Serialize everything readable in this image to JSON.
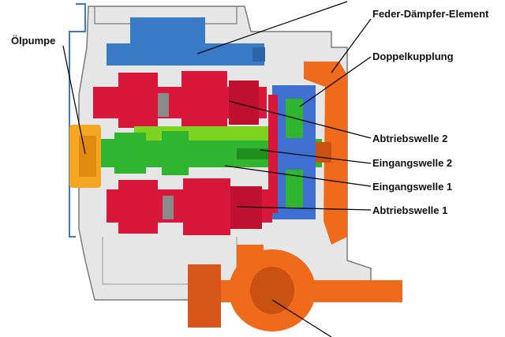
{
  "labels": {
    "oil_pump": "Ölpumpe",
    "spring_damper": "Feder-Dämpfer-Element",
    "dual_clutch": "Doppelkupplung",
    "output_shaft_2": "Abtriebswelle 2",
    "input_shaft_2": "Eingangswelle 2",
    "input_shaft_1": "Eingangswelle  1",
    "output_shaft_1": "Abtriebswelle 1"
  },
  "colors": {
    "housing_fill": "#e6e6e6",
    "housing_line": "#7a7a7a",
    "output_shafts": "#d9173b",
    "input_shafts": "#2fb52f",
    "reverse_shaft": "#3a7bc8",
    "differential": "#ef6a1a",
    "oil_pump": "#f5a623",
    "clutch": "#3f6fd0",
    "leader": "#000000"
  }
}
